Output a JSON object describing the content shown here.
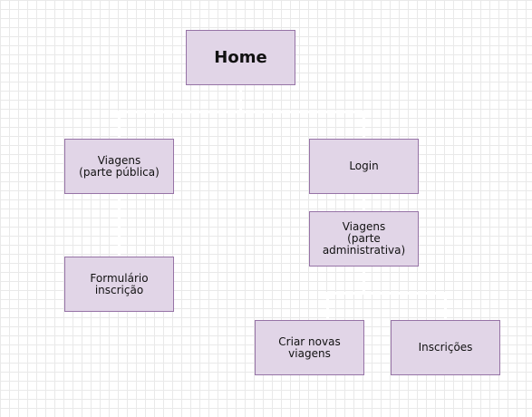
{
  "diagram": {
    "nodes": {
      "home": "Home",
      "viagens_publica": "Viagens\n(parte pública)",
      "login": "Login",
      "formulario": "Formulário\ninscrição",
      "viagens_admin": "Viagens\n(parte\nadministrativa)",
      "criar_viagens": "Criar novas\nviagens",
      "inscricoes": "Inscrições"
    }
  },
  "colors": {
    "node_fill": "#e1d5e7",
    "node_stroke": "#9673a6",
    "grid": "#e9e9e9"
  }
}
